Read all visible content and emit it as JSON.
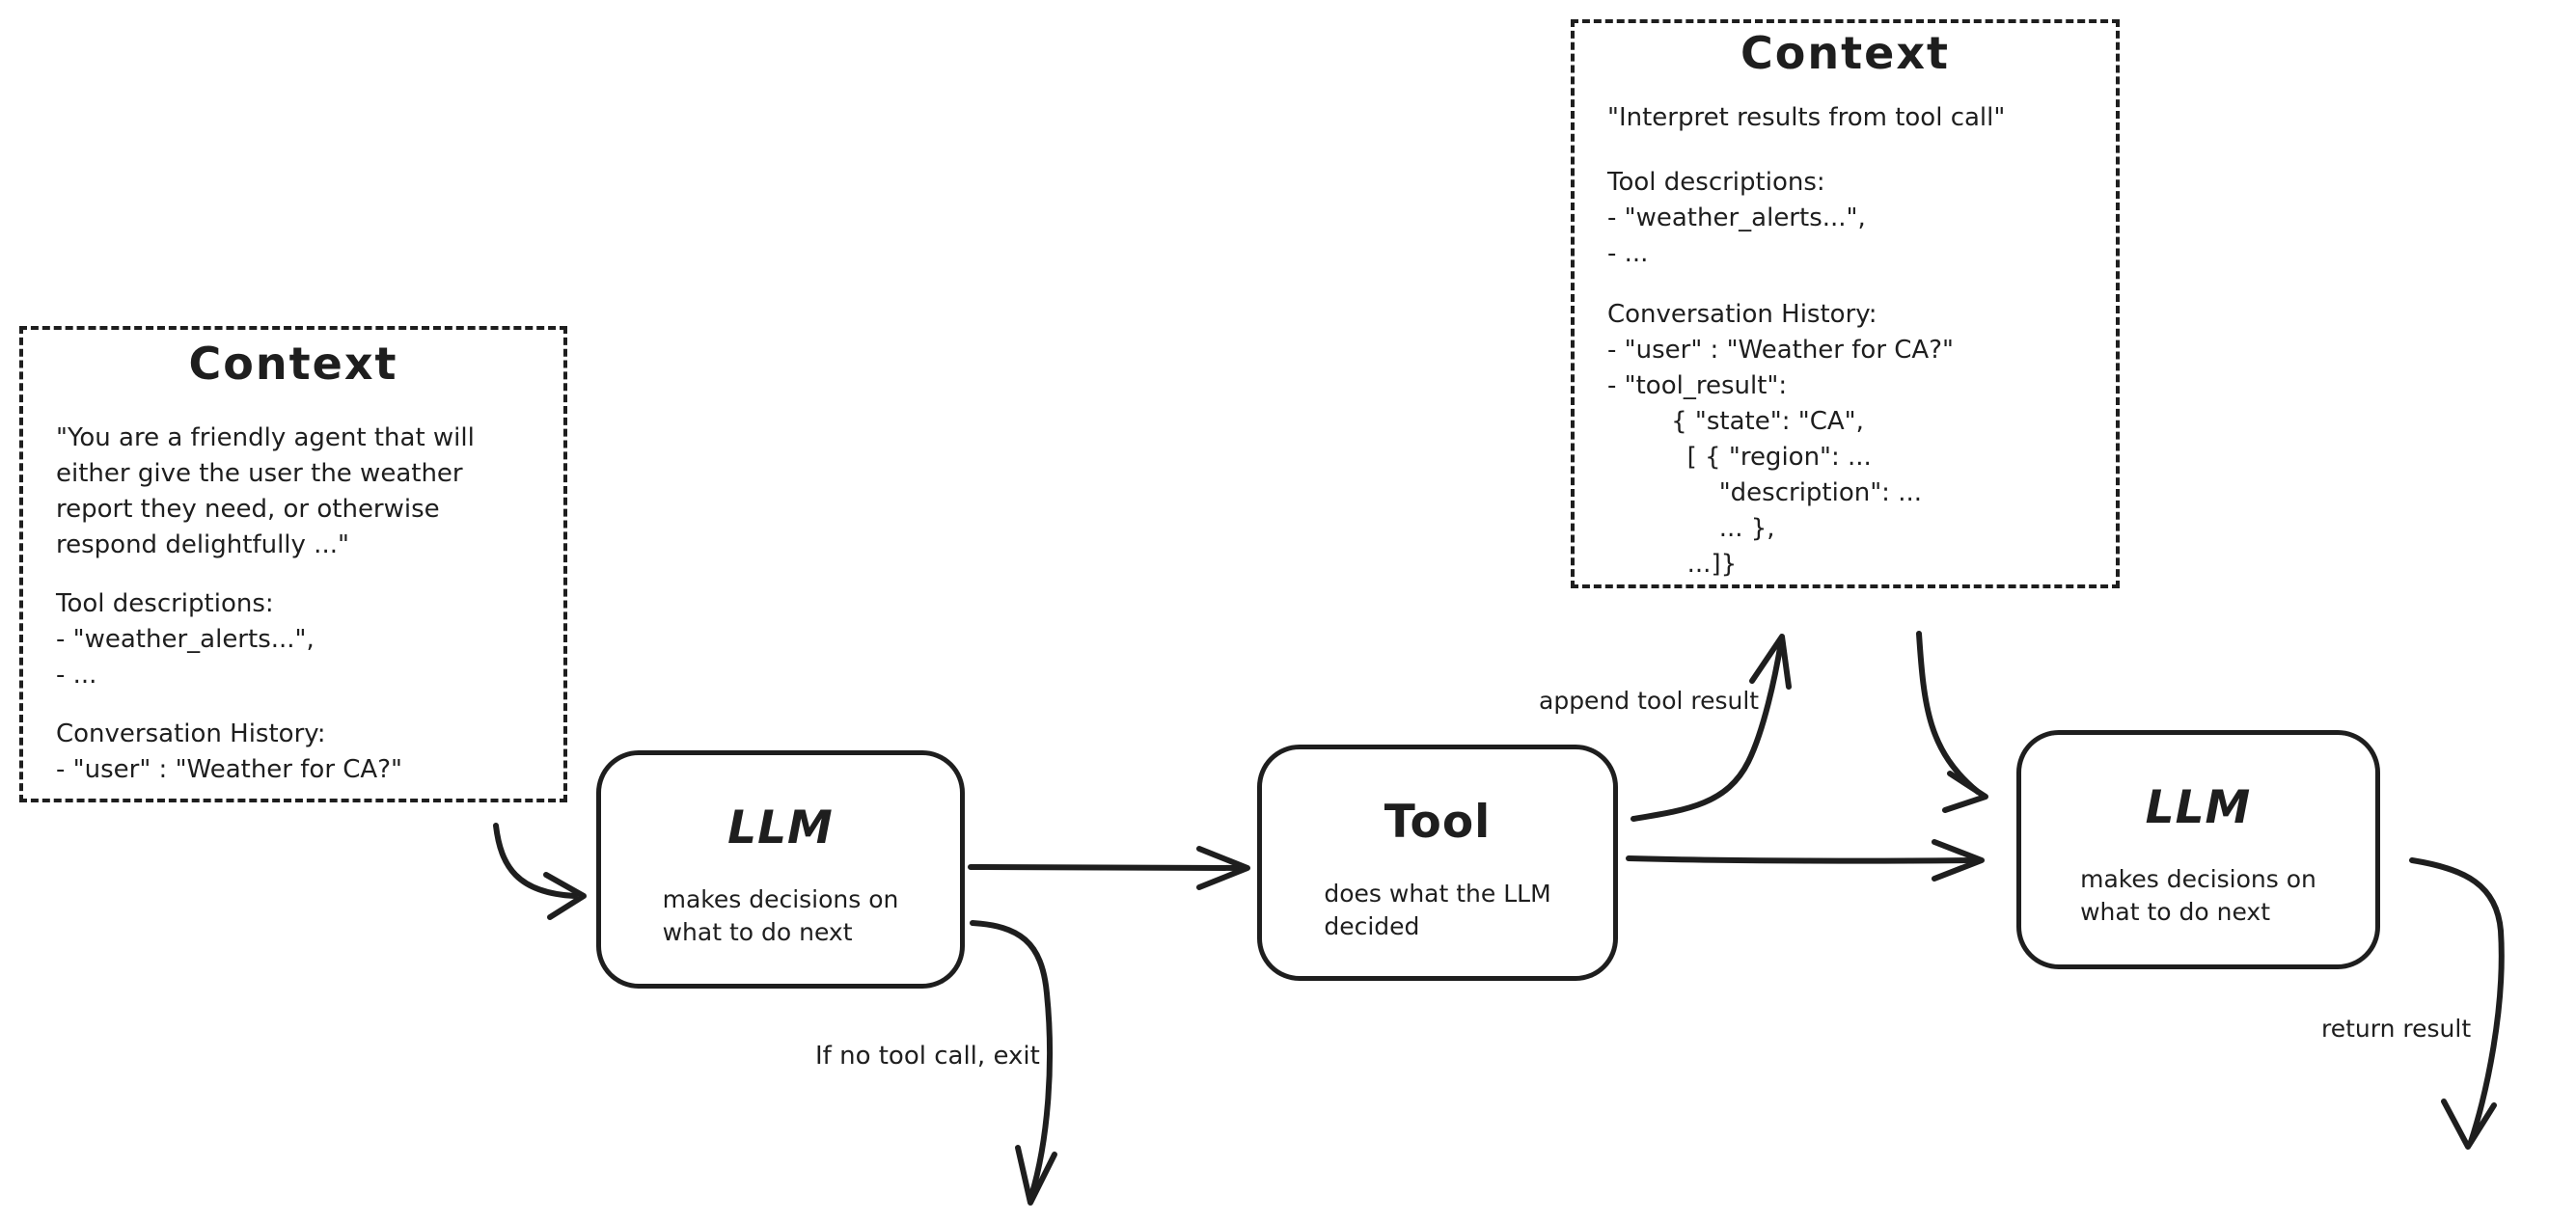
{
  "colors": {
    "ink": "#1e1e1e",
    "background": "#ffffff"
  },
  "context_left": {
    "title": "Context",
    "system_prompt": "\"You are a friendly agent that will\neither give the user the weather\nreport they need, or otherwise\nrespond delightfully ...\"",
    "tool_descriptions": "Tool descriptions:\n- \"weather_alerts...\",\n- ...",
    "conversation_history": "Conversation History:\n- \"user\" : \"Weather for CA?\""
  },
  "context_right": {
    "title": "Context",
    "system_prompt": "\"Interpret results from tool call\"",
    "tool_descriptions": "Tool descriptions:\n- \"weather_alerts...\",\n- ...",
    "conversation_history": "Conversation History:\n- \"user\" : \"Weather for CA?\"\n- \"tool_result\":\n        { \"state\": \"CA\",\n          [ { \"region\": ...\n              \"description\": ...\n              ... },\n          ...]}"
  },
  "nodes": {
    "llm_left": {
      "title": "LLM",
      "subtitle": "makes decisions on\nwhat to do next"
    },
    "tool": {
      "title": "Tool",
      "subtitle": "does what the LLM\ndecided"
    },
    "llm_right": {
      "title": "LLM",
      "subtitle": "makes decisions on\nwhat to do next"
    }
  },
  "edge_labels": {
    "append_tool_result": "append tool result",
    "if_no_tool_call_exit": "If no tool call, exit",
    "return_result": "return result"
  }
}
